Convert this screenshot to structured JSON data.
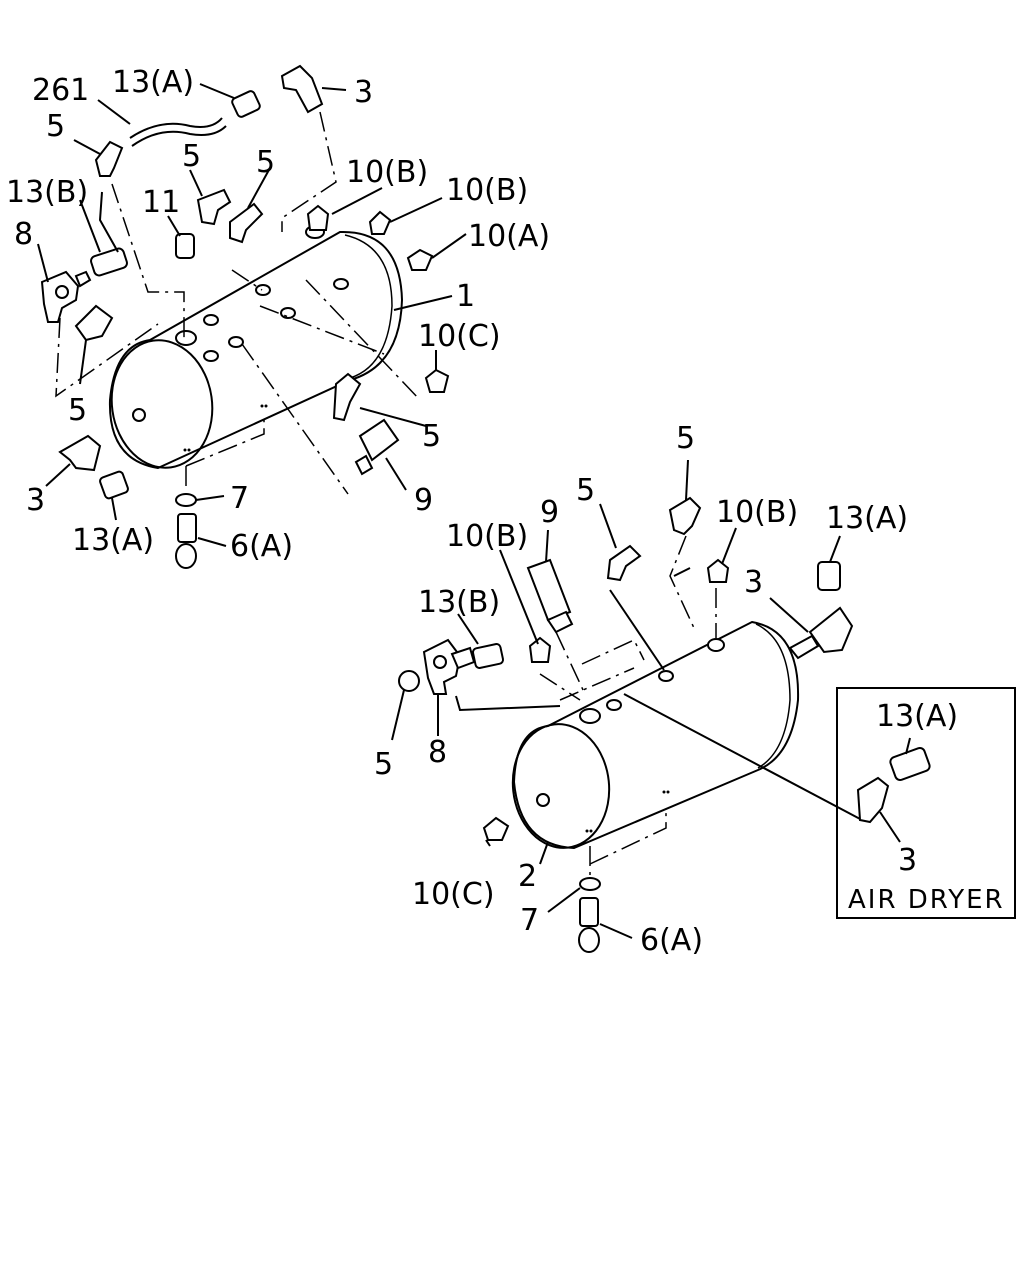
{
  "diagram": {
    "type": "exploded parts diagram",
    "air_dryer_box": {
      "title": "AIR DRYER"
    },
    "callouts": {
      "c261": "261",
      "c13a_top": "13(A)",
      "c3_top": "3",
      "c5_topleft": "5",
      "c5_mid_a": "5",
      "c5_mid_b": "5",
      "c10b_top_a": "10(B)",
      "c10b_top_b": "10(B)",
      "c13b_left": "13(B)",
      "c11": "11",
      "c10a": "10(A)",
      "c8_left": "8",
      "c1": "1",
      "c10c_top": "10(C)",
      "c5_leftlow": "5",
      "c5_right": "5",
      "c3_left": "3",
      "c7_top": "7",
      "c9_top": "9",
      "c13a_bottom": "13(A)",
      "c6a_top": "6(A)",
      "c5_r1": "5",
      "c5_r2": "5",
      "c9_right": "9",
      "c10b_r1": "10(B)",
      "c10b_r2": "10(B)",
      "c13a_r": "13(A)",
      "c3_r": "3",
      "c13b_r": "13(B)",
      "c5_r3": "5",
      "c8_r": "8",
      "c13a_box": "13(A)",
      "c3_box": "3",
      "c10c_r": "10(C)",
      "c2": "2",
      "c7_r": "7",
      "c6a_r": "6(A)"
    }
  }
}
